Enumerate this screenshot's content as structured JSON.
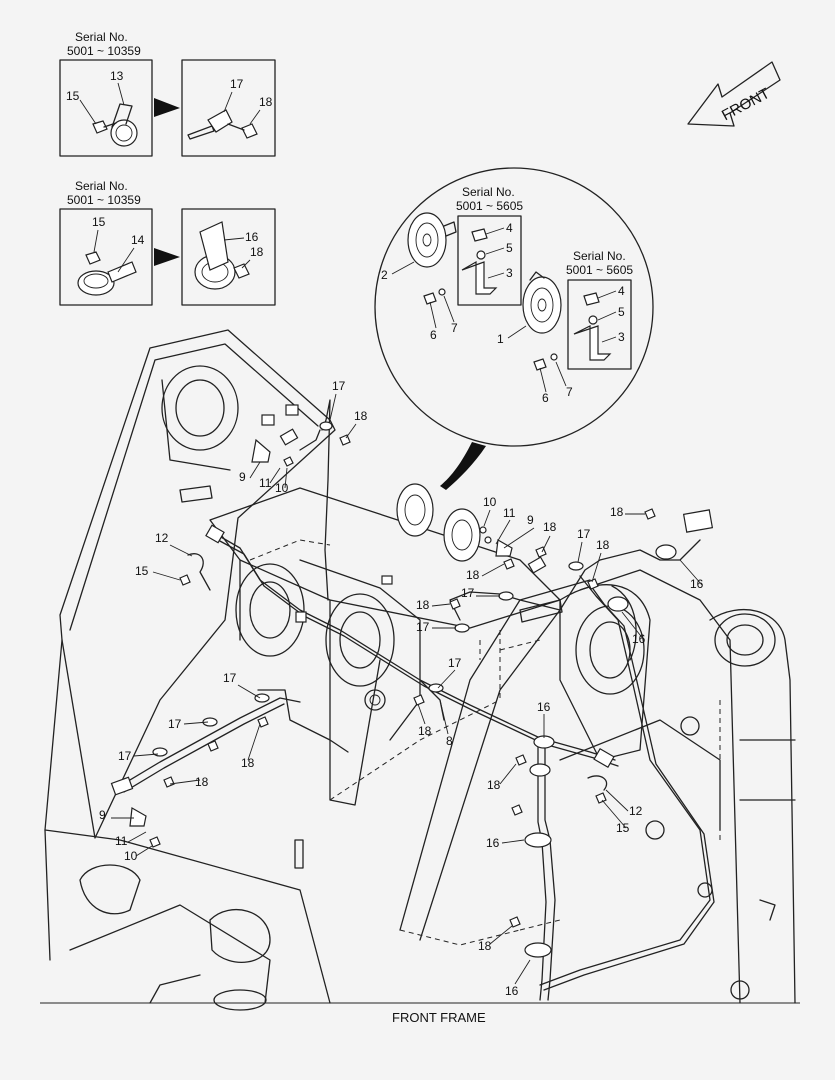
{
  "caption": "FRONT FRAME",
  "front_label": "FRONT",
  "serial_boxes": [
    {
      "heading": "Serial No.",
      "range": "5001 ~ 10359"
    },
    {
      "heading": "Serial No.",
      "range": "5001 ~ 10359"
    },
    {
      "heading": "Serial No.",
      "range": "5001 ~ 5605"
    },
    {
      "heading": "Serial No.",
      "range": "5001 ~ 5605"
    }
  ],
  "callouts": [
    {
      "text": "13"
    },
    {
      "text": "15"
    },
    {
      "text": "17"
    },
    {
      "text": "18"
    },
    {
      "text": "15"
    },
    {
      "text": "14"
    },
    {
      "text": "16"
    },
    {
      "text": "18"
    },
    {
      "text": "4"
    },
    {
      "text": "5"
    },
    {
      "text": "3"
    },
    {
      "text": "2"
    },
    {
      "text": "6"
    },
    {
      "text": "7"
    },
    {
      "text": "4"
    },
    {
      "text": "5"
    },
    {
      "text": "3"
    },
    {
      "text": "1"
    },
    {
      "text": "6"
    },
    {
      "text": "7"
    },
    {
      "text": "17"
    },
    {
      "text": "18"
    },
    {
      "text": "9"
    },
    {
      "text": "11"
    },
    {
      "text": "10"
    },
    {
      "text": "12"
    },
    {
      "text": "15"
    },
    {
      "text": "10"
    },
    {
      "text": "11"
    },
    {
      "text": "9"
    },
    {
      "text": "18"
    },
    {
      "text": "17"
    },
    {
      "text": "18"
    },
    {
      "text": "18"
    },
    {
      "text": "16"
    },
    {
      "text": "18"
    },
    {
      "text": "17"
    },
    {
      "text": "18"
    },
    {
      "text": "17"
    },
    {
      "text": "17"
    },
    {
      "text": "16"
    },
    {
      "text": "17"
    },
    {
      "text": "17"
    },
    {
      "text": "18"
    },
    {
      "text": "17"
    },
    {
      "text": "18"
    },
    {
      "text": "9"
    },
    {
      "text": "11"
    },
    {
      "text": "10"
    },
    {
      "text": "18"
    },
    {
      "text": "8"
    },
    {
      "text": "16"
    },
    {
      "text": "18"
    },
    {
      "text": "12"
    },
    {
      "text": "15"
    },
    {
      "text": "16"
    },
    {
      "text": "18"
    },
    {
      "text": "16"
    }
  ]
}
